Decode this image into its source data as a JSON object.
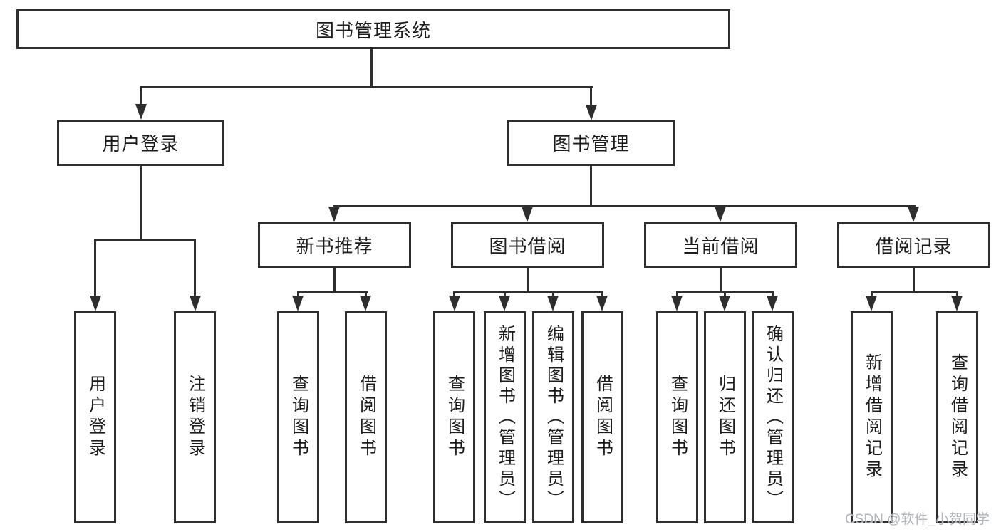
{
  "colors": {
    "background": "#ffffff",
    "line": "#2e2e2e",
    "border": "#2e2e2e",
    "fill": "#ffffff",
    "text": "#1c1c1c",
    "watermark": "#b0b3b8"
  },
  "diagram": {
    "root": {
      "label": "图书管理系统"
    },
    "user": {
      "label": "用户登录",
      "children": [
        {
          "label": "用户登录"
        },
        {
          "label": "注销登录"
        }
      ]
    },
    "management": {
      "label": "图书管理",
      "sections": [
        {
          "label": "新书推荐",
          "children": [
            {
              "label": "查询图书"
            },
            {
              "label": "借阅图书"
            }
          ]
        },
        {
          "label": "图书借阅",
          "children": [
            {
              "label": "查询图书"
            },
            {
              "label": "新增图书（管理员）"
            },
            {
              "label": "编辑图书（管理员）"
            },
            {
              "label": "借阅图书"
            }
          ]
        },
        {
          "label": "当前借阅",
          "children": [
            {
              "label": "查询图书"
            },
            {
              "label": "归还图书"
            },
            {
              "label": "确认归还（管理员）"
            }
          ]
        },
        {
          "label": "借阅记录",
          "children": [
            {
              "label": "新增借阅记录"
            },
            {
              "label": "查询借阅记录"
            }
          ]
        }
      ]
    }
  },
  "watermark": {
    "text": "CSDN @软件_小贺同学"
  }
}
